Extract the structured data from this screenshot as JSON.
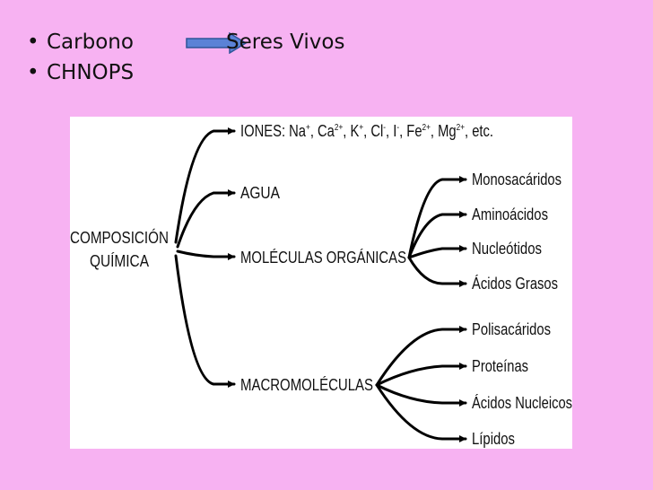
{
  "bullets": [
    {
      "text": "Carbono",
      "arrow_target": "Seres Vivos"
    },
    {
      "text": "CHNOPS"
    }
  ],
  "colors": {
    "background": "#f7b2f2",
    "panel": "#ffffff",
    "arrow_fill": "#5b82d6",
    "arrow_stroke": "#2f5597",
    "diagram_ink": "#000000"
  },
  "diagram": {
    "root": [
      "COMPOSICIÓN",
      "QUÍMICA"
    ],
    "iones": {
      "prefix": "IONES: ",
      "ions": [
        {
          "base": "Na",
          "sup": "+"
        },
        {
          "base": "Ca",
          "sup": "2+"
        },
        {
          "base": "K",
          "sup": "+"
        },
        {
          "base": "Cl",
          "sup": "-"
        },
        {
          "base": "I",
          "sup": "-"
        },
        {
          "base": "Fe",
          "sup": "2+"
        },
        {
          "base": "Mg",
          "sup": "2+"
        }
      ],
      "suffix": " etc."
    },
    "agua": "AGUA",
    "moleculas_organicas": {
      "label": "MOLÉCULAS ORGÁNICAS",
      "children": [
        "Monosacáridos",
        "Aminoácidos",
        "Nucleótidos",
        "Ácidos Grasos"
      ]
    },
    "macromoleculas": {
      "label": "MACROMOLÉCULAS",
      "children": [
        "Polisacáridos",
        "Proteínas",
        "Ácidos Nucleicos",
        "Lípidos"
      ]
    }
  }
}
